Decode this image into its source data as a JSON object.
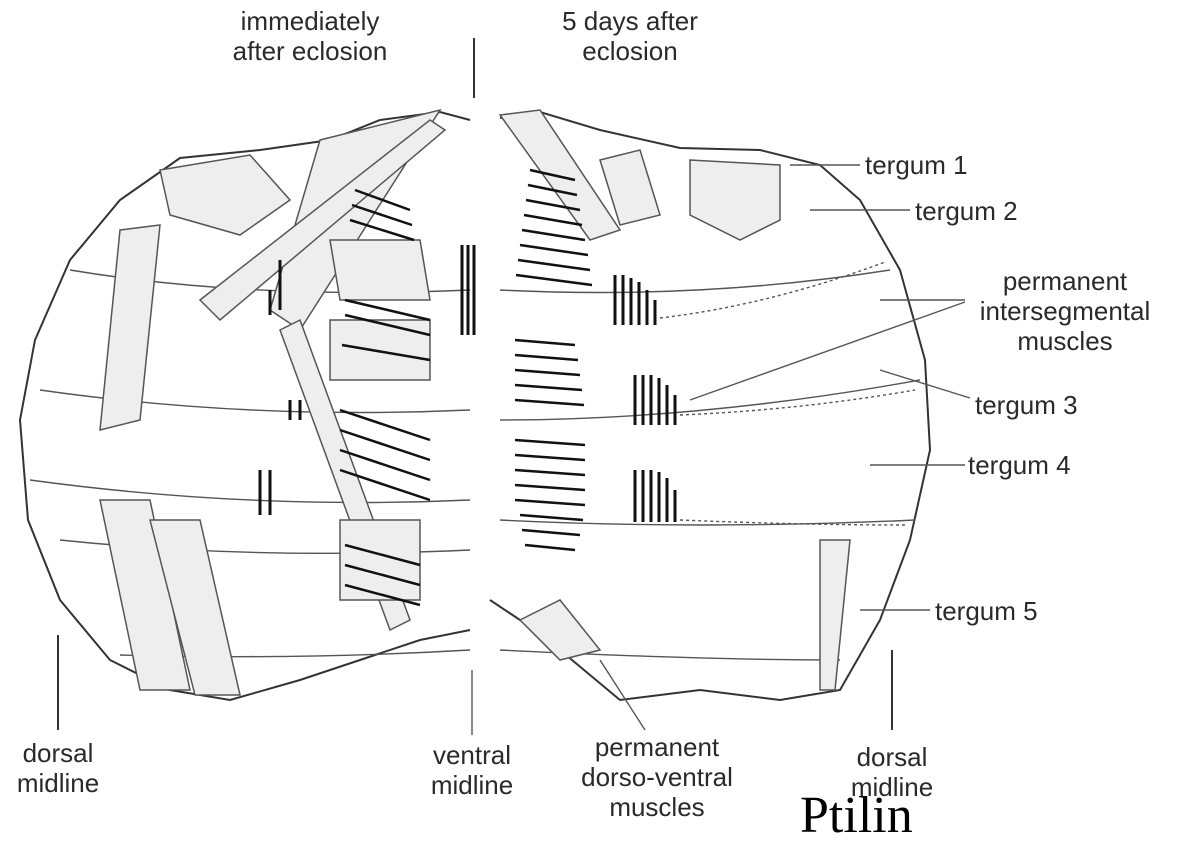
{
  "headings": {
    "left": [
      "immediately",
      "after eclosion"
    ],
    "right": [
      "5 days after",
      "eclosion"
    ]
  },
  "labels": {
    "tergum1": "tergum 1",
    "tergum2": "tergum 2",
    "tergum3": "tergum 3",
    "tergum4": "tergum 4",
    "tergum5": "tergum 5",
    "intersegmental": [
      "permanent",
      "intersegmental",
      "muscles"
    ],
    "dorsal_midline_left": [
      "dorsal",
      "midline"
    ],
    "ventral_midline": [
      "ventral",
      "midline"
    ],
    "dorso_ventral": [
      "permanent",
      "dorso-ventral",
      "muscles"
    ],
    "dorsal_midline_right": [
      "dorsal",
      "midline"
    ]
  },
  "cut_off_text": "Ptilin"
}
